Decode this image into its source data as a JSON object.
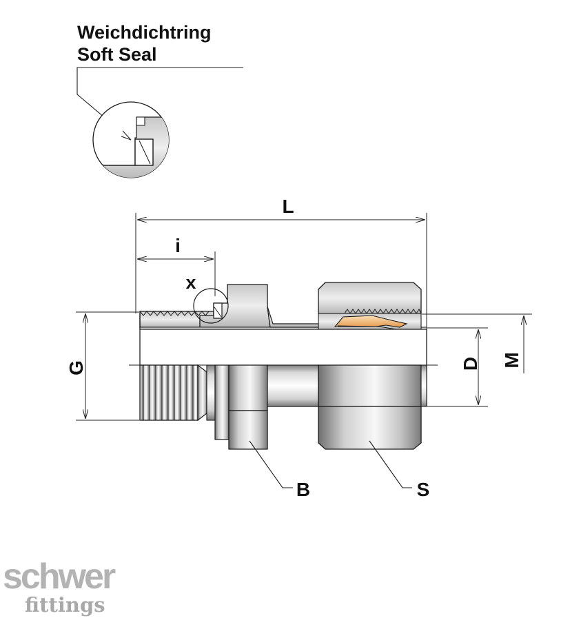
{
  "seal_callout": {
    "line1": "Weichdichtring",
    "line2": "Soft Seal"
  },
  "dimensions": {
    "length": "L",
    "insert": "i",
    "detail": "x",
    "thread": "G",
    "bore": "D",
    "nut_thread": "M",
    "body_hex": "B",
    "nut_hex": "S"
  },
  "logo": {
    "line1": "schwer",
    "line2": "fittings"
  },
  "colors": {
    "metal_light": "#f4f4f4",
    "metal_dark": "#8a8a8a",
    "seal_ring": "#ffffff",
    "ferrule": "#f0b874",
    "logo_grey": "#b3b3b3"
  }
}
